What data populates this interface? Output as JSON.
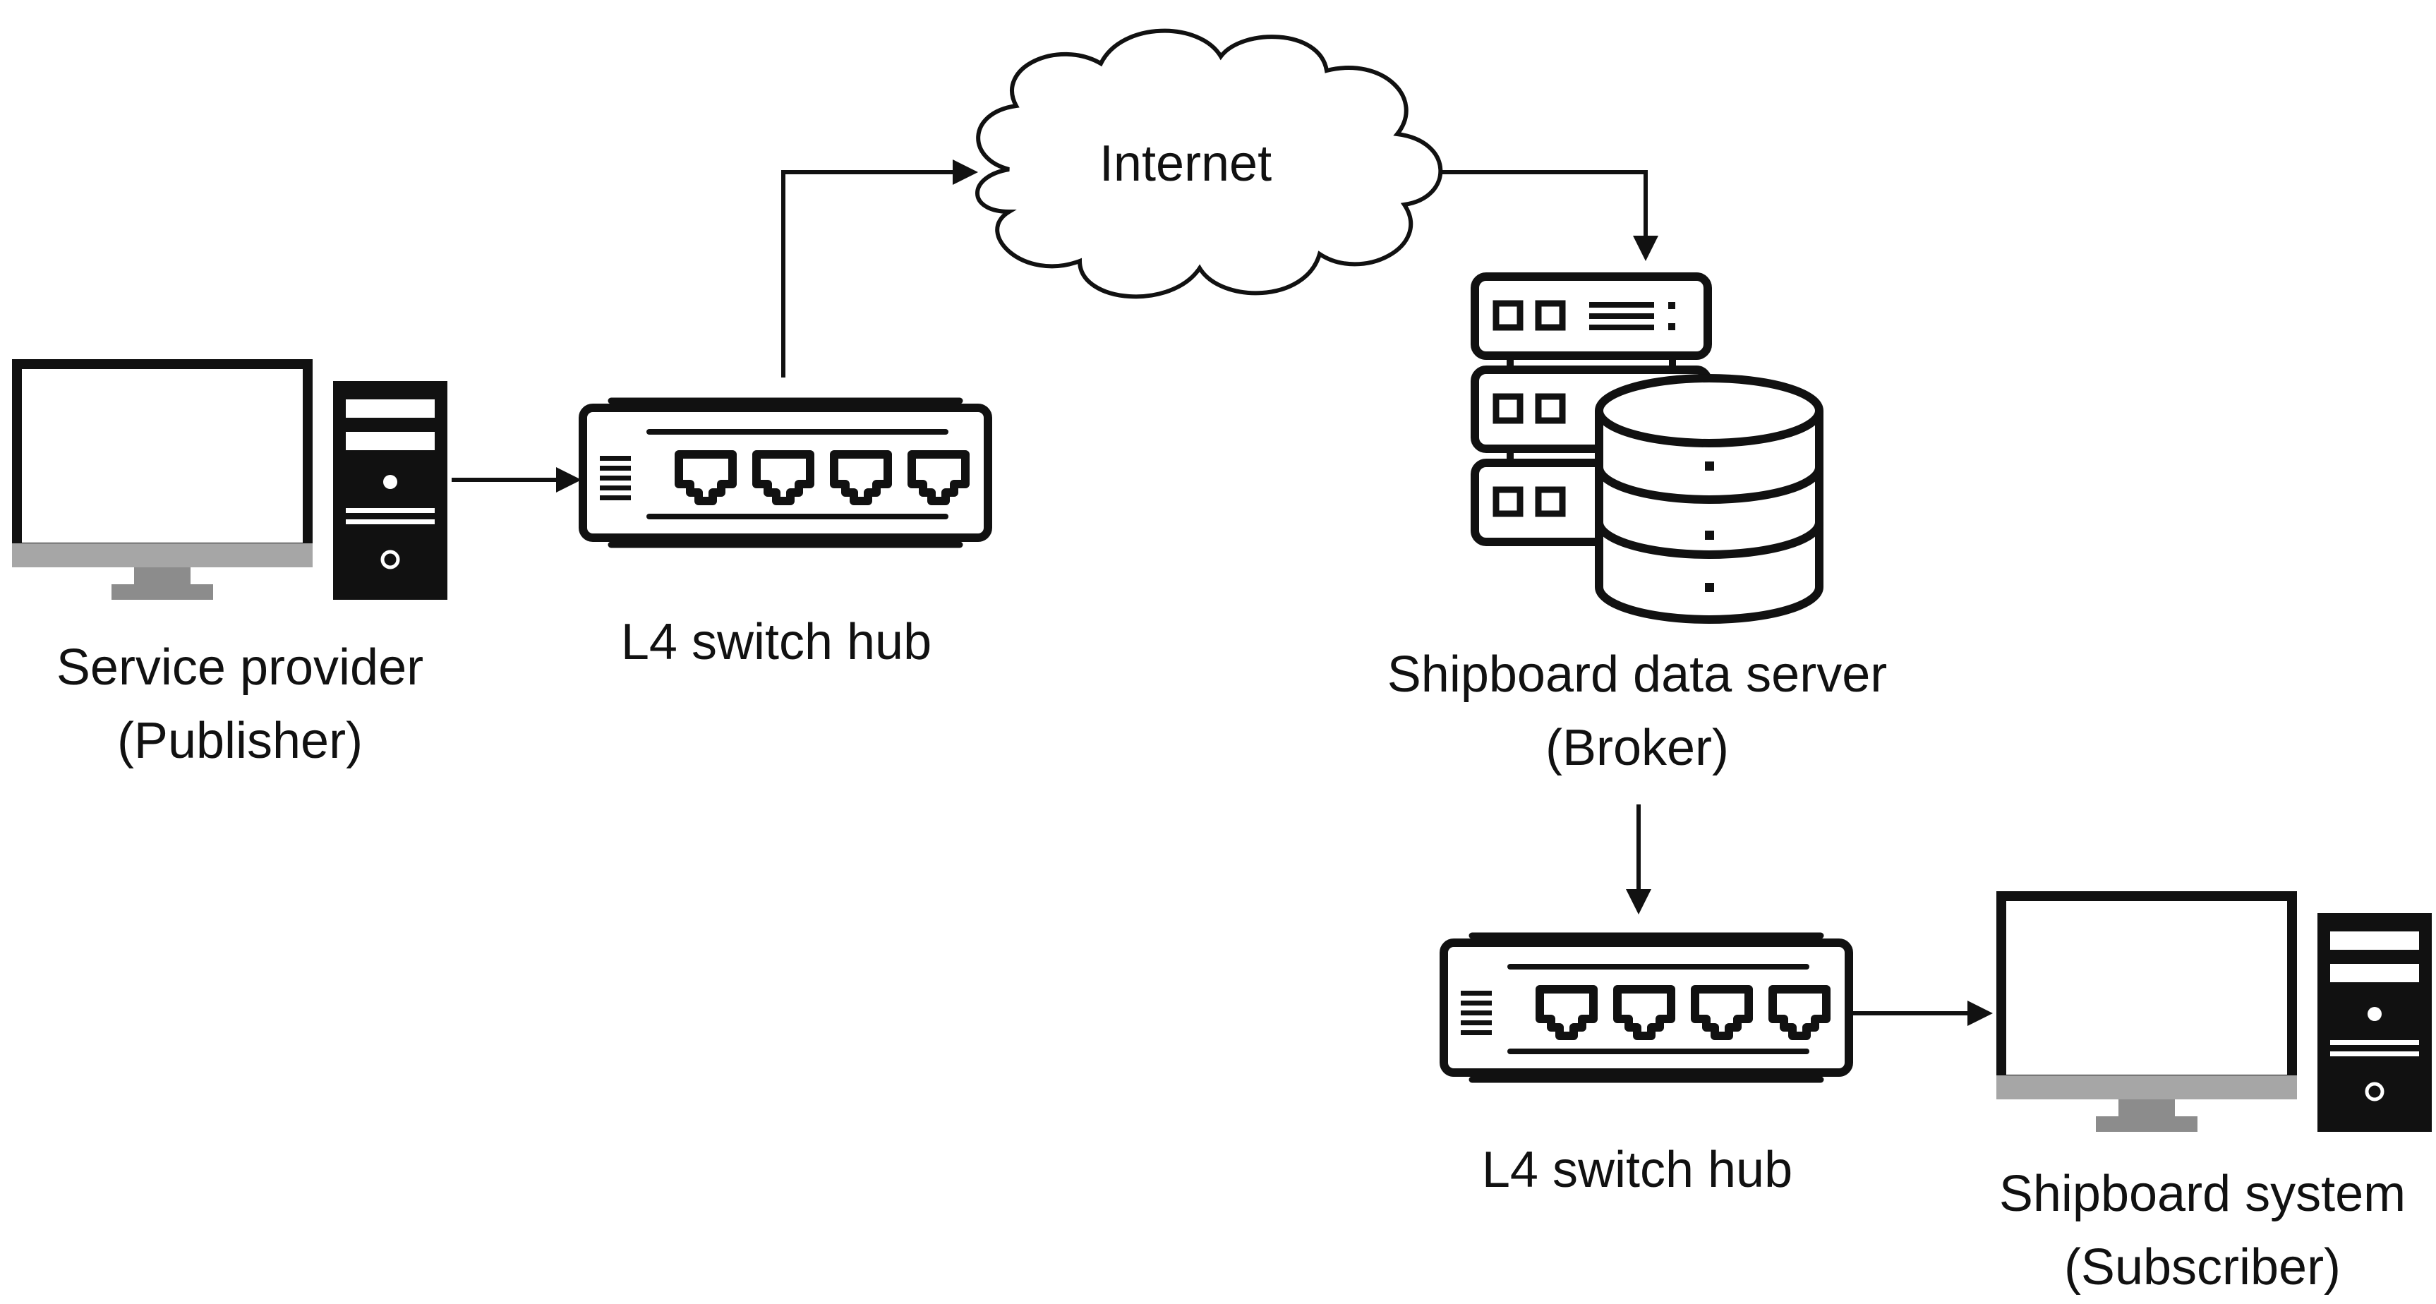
{
  "nodes": {
    "publisher": {
      "line1": "Service provider",
      "line2": "(Publisher)",
      "icon": "desktop-computer-icon"
    },
    "switch_top": {
      "line1": "L4 switch hub",
      "icon": "network-switch-icon"
    },
    "internet": {
      "line1": "Internet",
      "icon": "cloud-icon"
    },
    "broker": {
      "line1": "Shipboard data server",
      "line2": "(Broker)",
      "icon": "server-database-icon"
    },
    "switch_bottom": {
      "line1": "L4 switch hub",
      "icon": "network-switch-icon"
    },
    "subscriber": {
      "line1": "Shipboard system",
      "line2": "(Subscriber)",
      "icon": "desktop-computer-icon"
    }
  },
  "colors": {
    "icon": "#111111",
    "monitor_base": "#a6a6a6",
    "stand": "#8c8c8c",
    "background": "#ffffff"
  }
}
